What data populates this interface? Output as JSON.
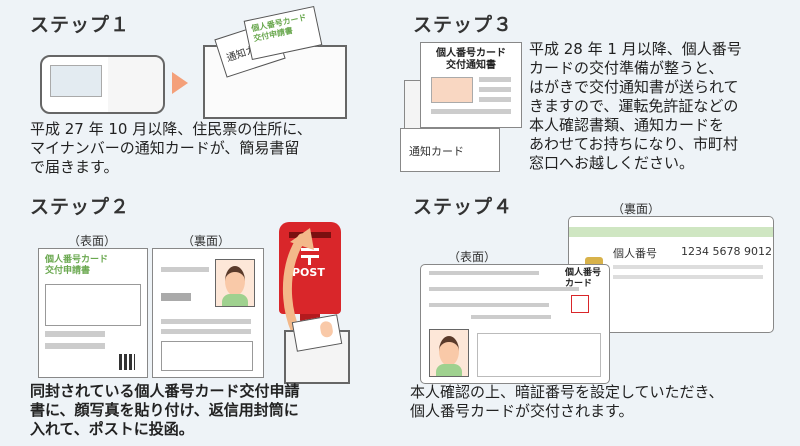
{
  "steps": [
    {
      "title": "ステップ１",
      "text": "平成 27 年 10 月以降、住民票の住所に、\nマイナンバーの通知カードが、簡易書留\nで届きます。",
      "envelope_card_label": "通知カード",
      "notice_title": "個人番号カード\n交付申請書"
    },
    {
      "title": "ステップ２",
      "text": "同封されている個人番号カード交付申請\n書に、顔写真を貼り付け、返信用封筒に\n入れて、ポストに投函。",
      "front_label": "（表面）",
      "back_label": "（裏面）",
      "form_title": "個人番号カード\n交付申請書",
      "post_label": "POST"
    },
    {
      "title": "ステップ３",
      "text": "平成 28 年 1 月以降、個人番号\nカードの交付準備が整うと、\nはがきで交付通知書が送られて\nきますので、運転免許証などの\n本人確認書類、通知カードを\nあわせてお持ちになり、市町村\n窓口へお越しください。",
      "notice_title": "個人番号カード\n交付通知書",
      "card_label": "通知カード"
    },
    {
      "title": "ステップ４",
      "text": "本人確認の上、暗証番号を設定していただき、\n個人番号カードが交付されます。",
      "front_label": "（表面）",
      "back_label": "（裏面）",
      "card_title": "個人番号\nカード",
      "back_number_label": "個人番号",
      "back_number": "1234 5678 9012"
    }
  ],
  "colors": {
    "background": "#eef3f7",
    "arrow": "#f4a07a",
    "post_red": "#d9262a",
    "green": "#6aa84f",
    "chip": "#d8b24a"
  }
}
